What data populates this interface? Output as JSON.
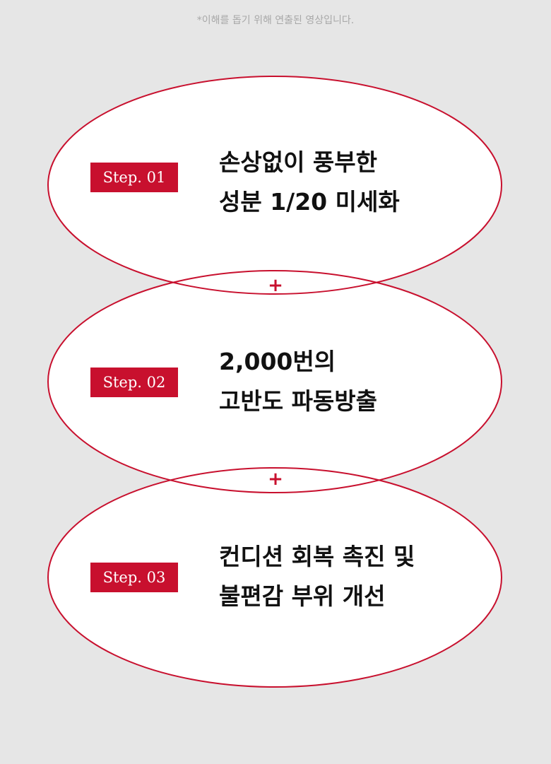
{
  "disclaimer": "*이해를 돕기 위해 연출된 영상입니다.",
  "colors": {
    "accent": "#c8102e",
    "background": "#e6e6e6",
    "ellipse_fill": "#ffffff",
    "text": "#111111"
  },
  "connector_symbol": "+",
  "steps": [
    {
      "badge": "Step. 01",
      "line1": "손상없이 풍부한",
      "line2": "성분 1/20 미세화"
    },
    {
      "badge": "Step. 02",
      "line1": "2,000번의",
      "line2": "고반도 파동방출"
    },
    {
      "badge": "Step. 03",
      "line1": "컨디션 회복 촉진 및",
      "line2": "불편감 부위 개선"
    }
  ]
}
